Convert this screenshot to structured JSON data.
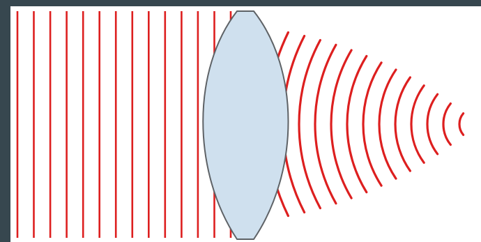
{
  "diagram": {
    "description_text": "",
    "colors": {
      "frame": "#37474f",
      "panel": "#ffffff",
      "wavefront": "#dd1f1f",
      "lens_fill": "#cfe0ee",
      "lens_stroke": "#5e6266"
    },
    "incoming_wavefront_count": 14,
    "outgoing_wavefront_count": 13,
    "elements": [
      "plane-wavefronts",
      "convex-lens",
      "converging-spherical-wavefronts"
    ]
  }
}
